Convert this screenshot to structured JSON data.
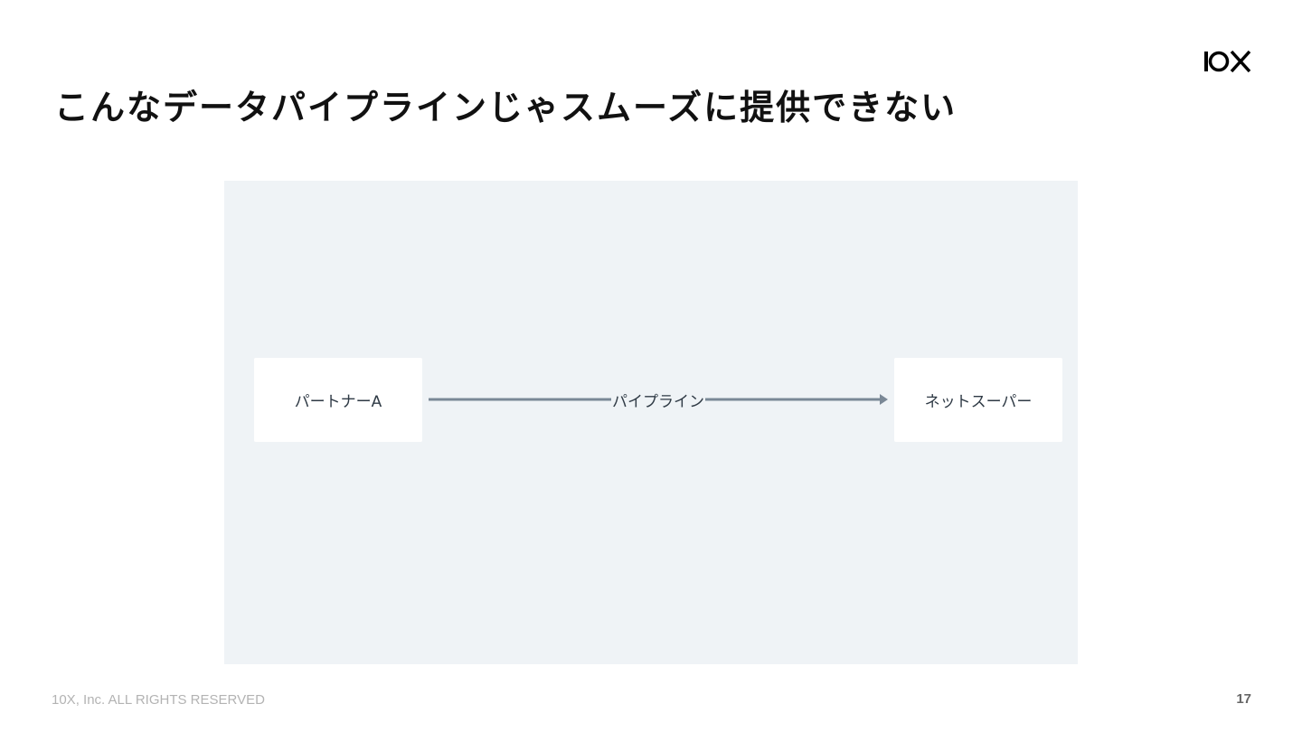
{
  "slide": {
    "title": "こんなデータパイプラインじゃスムーズに提供できない",
    "logo_text": "10X",
    "footer": "10X, Inc. ALL RIGHTS RESERVED",
    "page_number": "17"
  },
  "diagram": {
    "source_node": "パートナーA",
    "target_node": "ネットスーパー",
    "edge_label": "パイプライン"
  },
  "colors": {
    "diagram_background": "#eff3f6",
    "node_fill": "#ffffff",
    "arrow": "#7a8896",
    "text": "#2f3a45"
  }
}
